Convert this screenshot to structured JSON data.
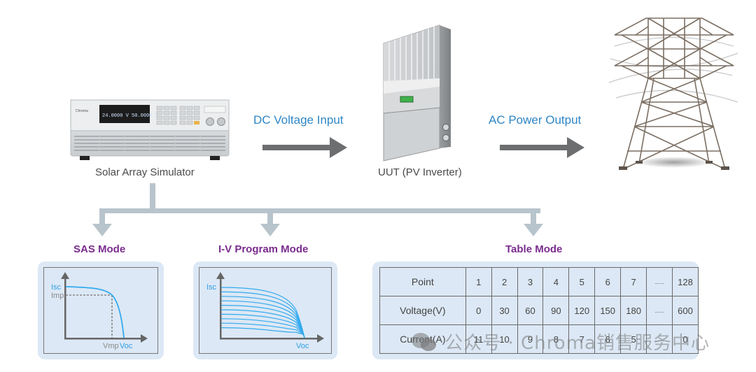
{
  "devices": {
    "simulator": {
      "label": "Solar Array Simulator",
      "display_text": "24.0000 V 50.0000 A"
    },
    "inverter": {
      "label": "UUT (PV Inverter)"
    },
    "tower": {
      "label": ""
    }
  },
  "flows": {
    "dc_input": "DC Voltage Input",
    "ac_output": "AC Power Output"
  },
  "modes": {
    "sas": {
      "title": "SAS Mode",
      "labels": {
        "isc": "Isc",
        "imp": "Imp",
        "vmp": "Vmp",
        "voc": "Voc"
      }
    },
    "iv": {
      "title": "I-V Program Mode",
      "labels": {
        "isc": "Isc",
        "voc": "Voc"
      },
      "curve_count": 10
    },
    "table": {
      "title": "Table Mode",
      "rows": [
        {
          "header": "Point",
          "cells": [
            "1",
            "2",
            "3",
            "4",
            "5",
            "6",
            "7",
            "......",
            "128"
          ]
        },
        {
          "header": "Voltage(V)",
          "cells": [
            "0",
            "30",
            "60",
            "90",
            "120",
            "150",
            "180",
            "......",
            "600"
          ]
        },
        {
          "header": "Current(A)",
          "cells": [
            "11",
            "10",
            "9",
            "8",
            "7",
            "6",
            "5",
            "......",
            "0"
          ]
        }
      ]
    }
  },
  "watermark": "公众号 · Chroma销售服务中心",
  "colors": {
    "accent_blue": "#2f86c6",
    "mode_purple": "#7a2c8e",
    "arrow_gray": "#6d6e70",
    "connector_gray": "#b8c4cc",
    "panel_bg": "#dce8f5",
    "curve_blue": "#33aaee"
  }
}
